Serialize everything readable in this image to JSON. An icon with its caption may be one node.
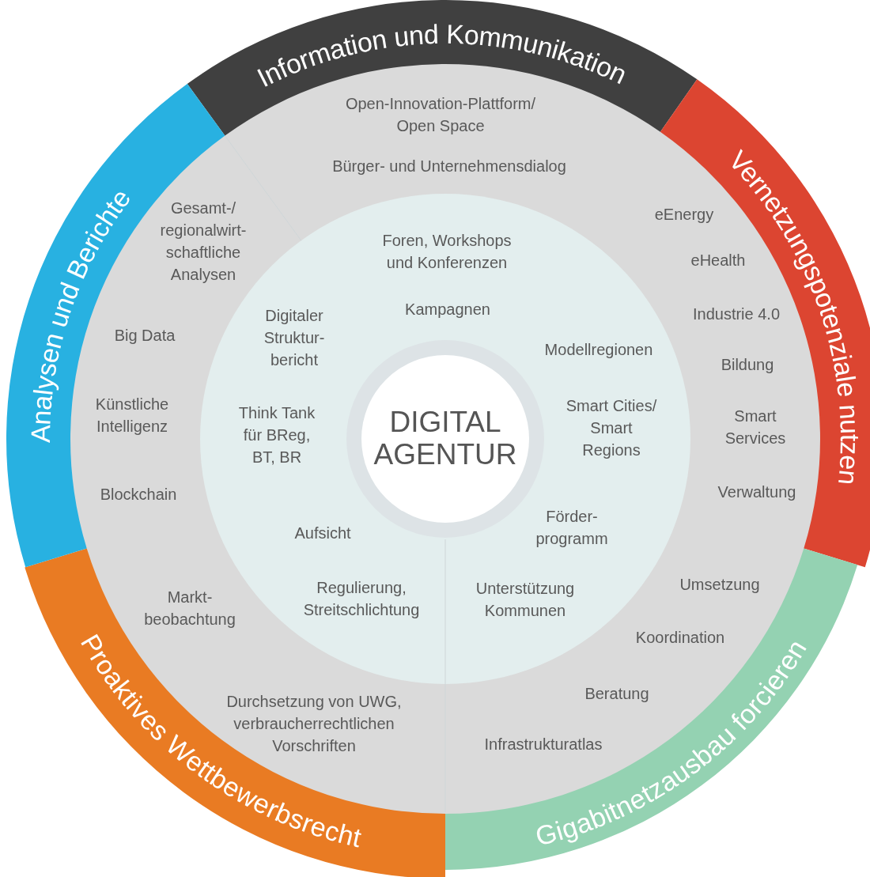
{
  "diagram": {
    "nodes": [
      {
        "text": [
          "Information und Kommunikation"
        ]
      },
      {
        "text": [
          "Vernetzungspotenziale nutzen"
        ]
      },
      {
        "text": [
          "Gigabitnetzausbau forcieren"
        ]
      },
      {
        "text": [
          "Proaktives Wettbewerbsrecht"
        ]
      },
      {
        "text": [
          "Analysen und Berichte"
        ]
      },
      {
        "text": [
          "DIGITAL AGENTUR"
        ]
      }
    ],
    "labels": [
      "Open-Innovation-Plattform/ Open Space",
      "Bürger- und Unternehmensdialog",
      "Gesamt-/ regionalwirt- schaftliche Analysen",
      "eEnergy",
      "Foren, Workshops und Konferenzen",
      "eHealth",
      "Kampagnen",
      "Industrie 4.0",
      "Big Data",
      "Digitaler Struktur- bericht",
      "Modellregionen",
      "Bildung",
      "Künstliche Intelligenz",
      "Think Tank für BReg, BT, BR",
      "Smart Cities/ Smart Regions",
      "Smart Services",
      "Blockchain",
      "Verwaltung",
      "Förder- programm",
      "Aufsicht",
      "Umsetzung",
      "Markt- beobachtung",
      "Regulierung, Streitschlichtung",
      "Unterstützung Kommunen",
      "Koordination",
      "Beratung",
      "Durchsetzung von UWG, verbraucherrechtlichen Vorschriften",
      "Infrastrukturatlas"
    ]
  }
}
